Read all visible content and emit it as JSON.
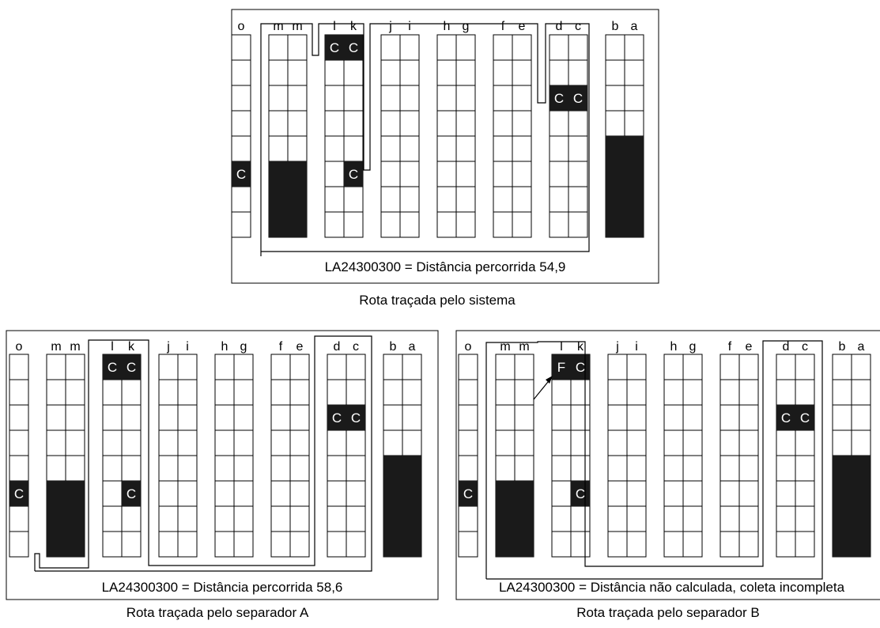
{
  "aisle_letters": [
    "o",
    "m",
    "m",
    "l",
    "k",
    "j",
    "i",
    "h",
    "g",
    "f",
    "e",
    "d",
    "c",
    "b",
    "a"
  ],
  "marker_picked": "C",
  "marker_missed": "F",
  "panels": [
    {
      "id": "sistema",
      "footer": "LA24300300 = Distância percorrida 54,9",
      "caption": "Rota traçada pelo sistema",
      "cells": [
        {
          "col": "o",
          "row": 5,
          "label": "C"
        },
        {
          "col": "l",
          "row": 0,
          "label": "C"
        },
        {
          "col": "k",
          "row": 0,
          "label": "C"
        },
        {
          "col": "k",
          "row": 5,
          "label": "C"
        },
        {
          "col": "d",
          "row": 2,
          "label": "C"
        },
        {
          "col": "c",
          "row": 2,
          "label": "C"
        }
      ]
    },
    {
      "id": "separador-a",
      "footer": "LA24300300 = Distância percorrida 58,6",
      "caption": "Rota traçada pelo separador A",
      "cells": [
        {
          "col": "o",
          "row": 5,
          "label": "C"
        },
        {
          "col": "l",
          "row": 0,
          "label": "C"
        },
        {
          "col": "k",
          "row": 0,
          "label": "C"
        },
        {
          "col": "k",
          "row": 5,
          "label": "C"
        },
        {
          "col": "d",
          "row": 2,
          "label": "C"
        },
        {
          "col": "c",
          "row": 2,
          "label": "C"
        }
      ]
    },
    {
      "id": "separador-b",
      "footer": "LA24300300 = Distância não calculada, coleta incompleta",
      "caption": "Rota traçada pelo separador B",
      "cells": [
        {
          "col": "o",
          "row": 5,
          "label": "C"
        },
        {
          "col": "l",
          "row": 0,
          "label": "F"
        },
        {
          "col": "k",
          "row": 0,
          "label": "C"
        },
        {
          "col": "k",
          "row": 5,
          "label": "C"
        },
        {
          "col": "d",
          "row": 2,
          "label": "C"
        },
        {
          "col": "c",
          "row": 2,
          "label": "C"
        }
      ]
    }
  ]
}
